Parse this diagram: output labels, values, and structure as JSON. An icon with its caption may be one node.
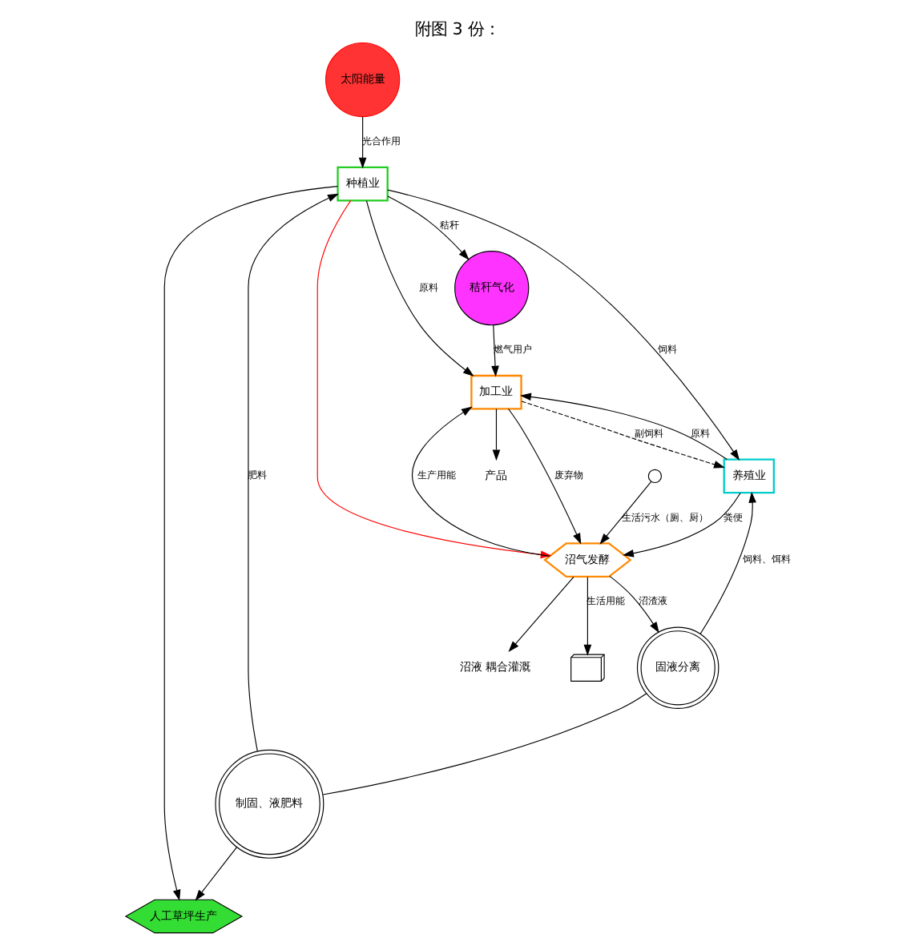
{
  "diagram": {
    "title": "附图 3 份：",
    "nodes": [
      {
        "text": [
          "太阳能量"
        ]
      },
      {
        "text": [
          "种植业"
        ]
      },
      {
        "text": [
          "加工业"
        ]
      },
      {
        "text": [
          "养殖业"
        ]
      },
      {
        "text": [
          "沼气发酵"
        ]
      },
      {
        "text": [
          "秸秆气化"
        ]
      },
      {
        "text": [
          "人工草坪生产"
        ]
      },
      {
        "text": [
          "制固、液肥料"
        ]
      },
      {
        "text": [
          "固液分离"
        ]
      },
      {
        "text": [
          "产品"
        ]
      },
      {
        "text": [],
        "shape": "picture"
      },
      {
        "text": [],
        "shape": "circle"
      },
      {
        "text": [
          "沼液 耦合灌溉"
        ]
      }
    ],
    "edges": [
      {
        "from": 0,
        "to": 1,
        "arrow": "to",
        "label": "光合作用"
      },
      {
        "from": 2,
        "to": 9,
        "arrow": "to"
      },
      {
        "from": 1,
        "to": 2,
        "arrow": "to",
        "label": "原料"
      },
      {
        "from": 7,
        "to": 1,
        "arrow": "to",
        "label": "肥料"
      },
      {
        "from": 7,
        "to": 6,
        "arrow": "to"
      },
      {
        "from": 1,
        "to": 6,
        "arrow": "to"
      },
      {
        "from": 1,
        "to": 3,
        "arrow": "to",
        "label": "饲料"
      },
      {
        "from": 1,
        "to": 5,
        "arrow": "to",
        "label": "秸秆"
      },
      {
        "from": 1,
        "to": 4,
        "arrow": "to",
        "color": "#ff0000"
      },
      {
        "from": 5,
        "to": 2,
        "arrow": "to",
        "label": "燃气用户"
      },
      {
        "from": 3,
        "to": 2,
        "arrow": "to",
        "label": "原料"
      },
      {
        "from": 2,
        "to": 3,
        "arrow": "to",
        "label": "副饲料",
        "style": "dashed"
      },
      {
        "from": 8,
        "to": 7,
        "arrow": "none"
      },
      {
        "from": 8,
        "to": 3,
        "arrow": "to",
        "label": "饲料、饵料"
      },
      {
        "from": 3,
        "to": 4,
        "arrow": "to",
        "label": "粪便"
      },
      {
        "from": 4,
        "to": 2,
        "arrow": "to",
        "label": "生产用能"
      },
      {
        "from": 4,
        "to": 10,
        "arrow": "to",
        "label": "生活用能"
      },
      {
        "from": 2,
        "to": 4,
        "arrow": "to",
        "label": "废弃物"
      },
      {
        "from": 11,
        "to": 4,
        "arrow": "to",
        "label": "生活污水（厕、厨）"
      },
      {
        "from": 4,
        "to": 12,
        "arrow": "to"
      },
      {
        "from": 4,
        "to": 8,
        "arrow": "to",
        "label": "沼渣液"
      }
    ]
  }
}
